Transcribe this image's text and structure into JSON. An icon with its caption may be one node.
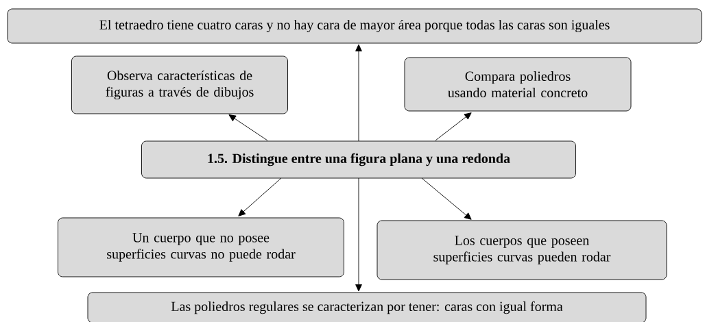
{
  "diagram": {
    "nodes": [
      {
        "text": [
          "El tetraedro tiene cuatro caras y no hay cara de mayor área porque todas las caras son iguales"
        ]
      },
      {
        "text": [
          "Observa características de figuras a través de dibujos"
        ]
      },
      {
        "text": [
          "Compara poliedros usando material concreto"
        ]
      },
      {
        "text": [
          "**1.5. Distingue entre una figura plana y una redonda**"
        ]
      },
      {
        "text": [
          "Un cuerpo que no posee superficies curvas no puede rodar"
        ]
      },
      {
        "text": [
          "Los cuerpos que poseen superficies curvas pueden rodar"
        ]
      },
      {
        "text": [
          "Las poliedros regulares se caracterizan por tener: caras con igual forma"
        ]
      }
    ],
    "edges": [
      {
        "from": 3,
        "to": 0,
        "arrow": "to"
      },
      {
        "from": 3,
        "to": 1,
        "arrow": "to"
      },
      {
        "from": 3,
        "to": 2,
        "arrow": "to"
      },
      {
        "from": 3,
        "to": 4,
        "arrow": "to"
      },
      {
        "from": 3,
        "to": 5,
        "arrow": "to"
      },
      {
        "from": 3,
        "to": 6,
        "arrow": "to"
      }
    ]
  }
}
